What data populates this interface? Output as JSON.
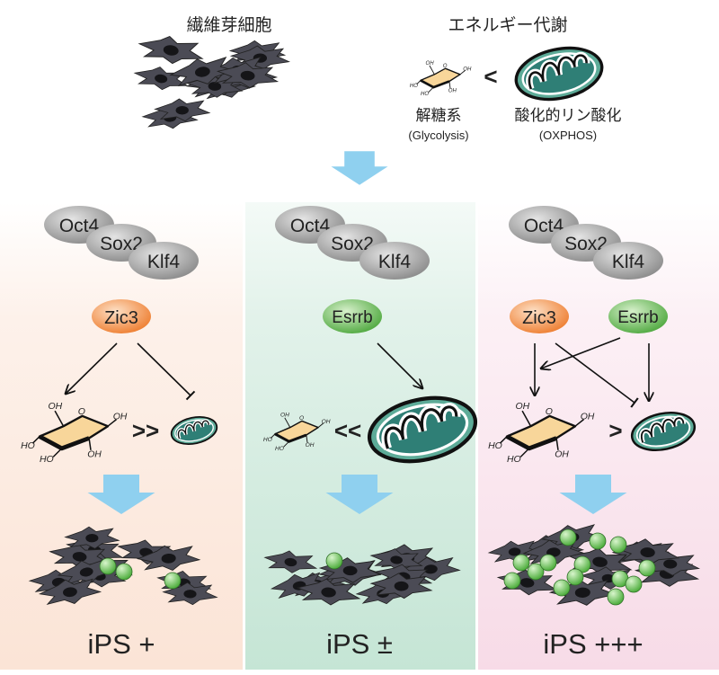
{
  "top": {
    "fibroblast_title": "繊維芽細胞",
    "metabolism_title": "エネルギー代謝",
    "comparison": "<",
    "glycolysis_jp": "解糖系",
    "glycolysis_en": "(Glycolysis)",
    "oxphos_jp": "酸化的リン酸化",
    "oxphos_en": "(OXPHOS)"
  },
  "factors": [
    "Oct4",
    "Sox2",
    "Klf4"
  ],
  "panels": [
    {
      "regulators": [
        "Zic3"
      ],
      "comparison": ">>",
      "result": "iPS +",
      "color": "#fbe6d8"
    },
    {
      "regulators": [
        "Esrrb"
      ],
      "comparison": "<<",
      "result": "iPS ±",
      "color": "#c9e7d8"
    },
    {
      "regulators": [
        "Zic3",
        "Esrrb"
      ],
      "comparison": ">",
      "result": "iPS +++",
      "color": "#f8dce8"
    }
  ],
  "glucose_labels": [
    "OH",
    "O",
    "OH",
    "OH",
    "HO",
    "HO"
  ],
  "colors": {
    "zic3": "#f0883e",
    "esrrb": "#5fb44e",
    "arrow": "#8fd0ef",
    "cell": "#4b4b55",
    "ips": "#78cc66",
    "mito": "#3f8f82"
  }
}
